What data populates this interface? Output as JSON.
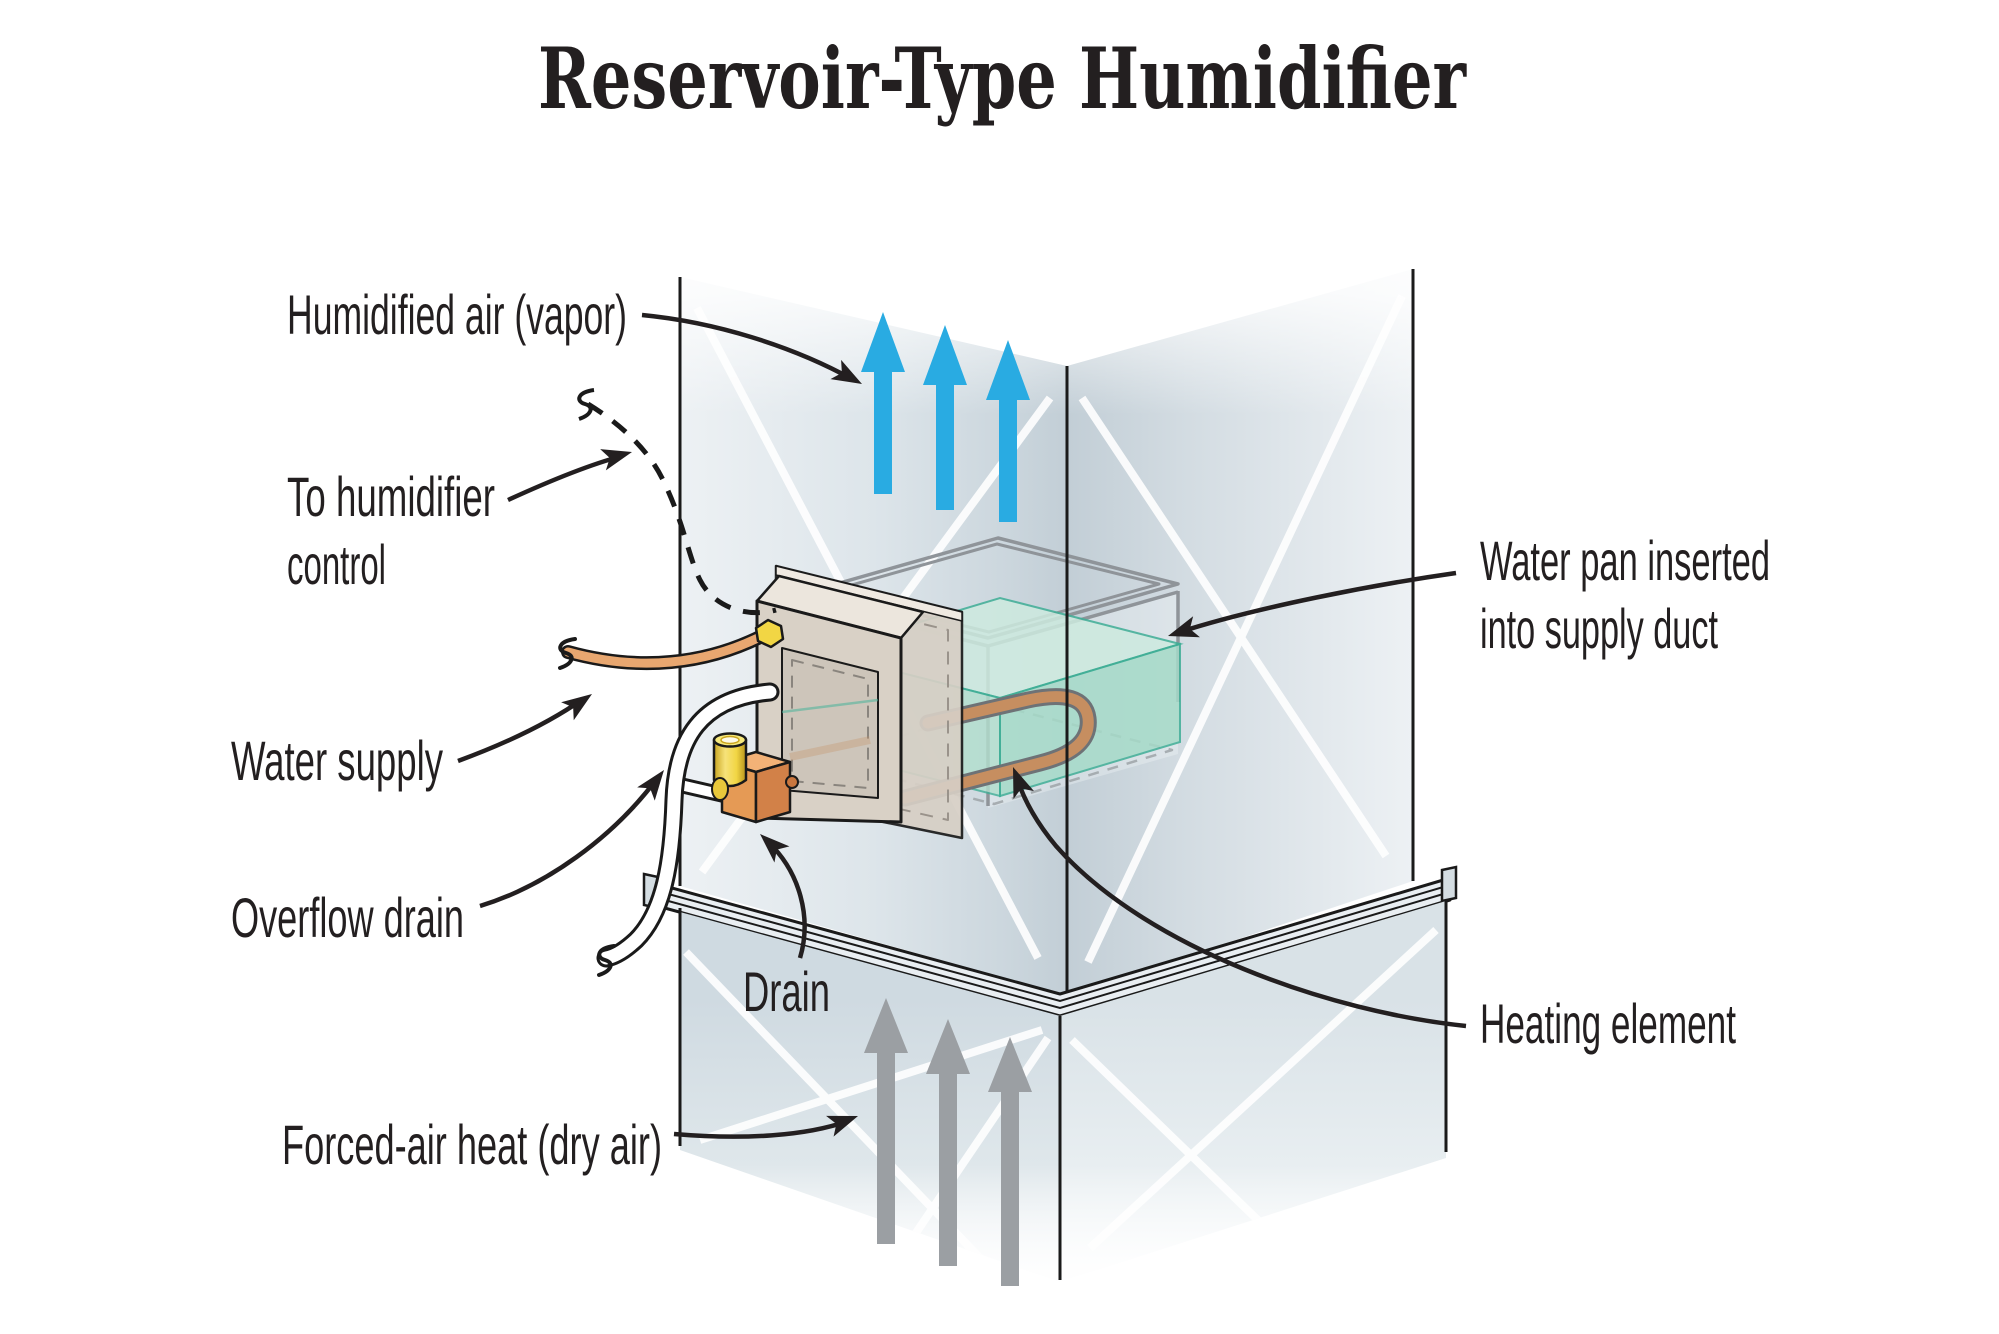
{
  "title": "Reservoir-Type Humidifier",
  "diagram": {
    "labels": {
      "humidified_air": "Humidified air (vapor)",
      "to_humidifier_1": "To humidifier",
      "to_humidifier_2": "control",
      "water_supply": "Water supply",
      "overflow_drain": "Overflow drain",
      "drain": "Drain",
      "forced_air": "Forced-air heat (dry air)",
      "water_pan_1": "Water pan inserted",
      "water_pan_2": "into supply duct",
      "heating_element": "Heating element"
    },
    "colors": {
      "text": "#231f20",
      "vapor_arrow": "#29abe2",
      "dry_air_arrow": "#9b9fa3",
      "copper_pipe": "#e8a770",
      "heating_element": "#c68e60",
      "water": "#b2dfce",
      "humidifier_box": "#d9d1c6",
      "brass_fitting": "#f2d644",
      "drain_block": "#e59a55"
    }
  }
}
